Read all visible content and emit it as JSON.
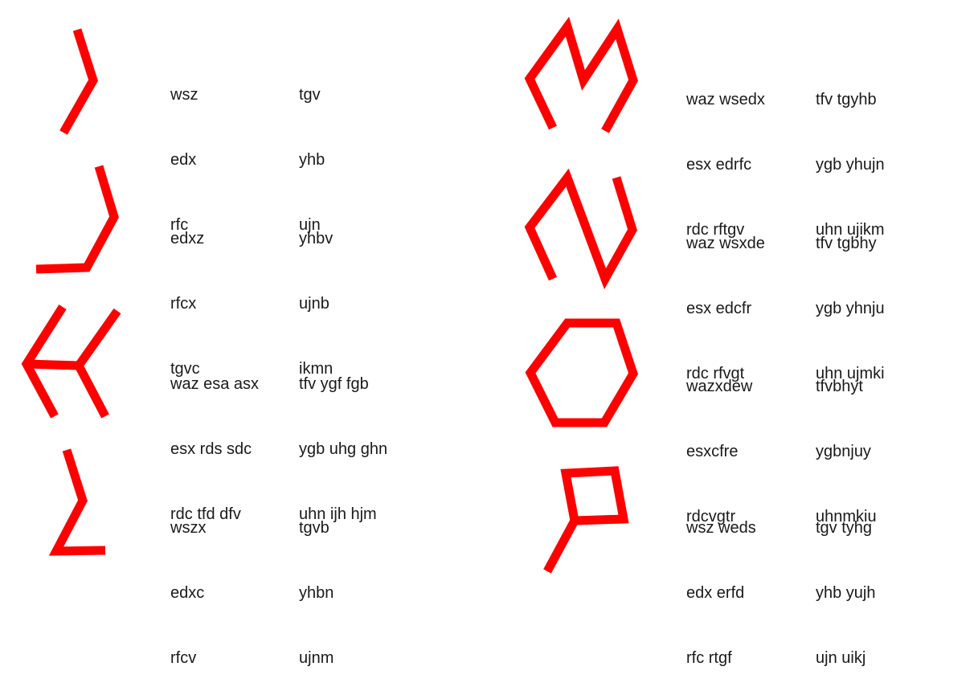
{
  "stroke_color": "#ff0000",
  "entries": [
    {
      "shape": "chevron-right",
      "left": [
        "wsz",
        "edx",
        "rfc"
      ],
      "right": [
        "tgv",
        "yhb",
        "ujn"
      ]
    },
    {
      "shape": "chevron-with-base",
      "left": [
        "edxz",
        "rfcx",
        "tgvc"
      ],
      "right": [
        "yhbv",
        "ujnb",
        "ikmn"
      ]
    },
    {
      "shape": "arrow-left-fork",
      "left": [
        "waz esa asx",
        "esx rds sdc",
        "rdc tfd dfv"
      ],
      "right": [
        "tfv ygf fgb",
        "ygb uhg ghn",
        "uhn ijh hjm"
      ]
    },
    {
      "shape": "chevron-foot",
      "left": [
        "wszx",
        "edxc",
        "rfcv"
      ],
      "right": [
        "tgvb",
        "yhbn",
        "ujnm"
      ]
    },
    {
      "shape": "double-peak",
      "left": [
        "waz wsedx",
        "esx edrfc",
        "rdc rftgv"
      ],
      "right": [
        "tfv tgyhb",
        "ygb yhujn",
        "uhn ujikm"
      ]
    },
    {
      "shape": "zigzag-n",
      "left": [
        "waz wsxde",
        "esx edcfr",
        "rdc rfvgt"
      ],
      "right": [
        "tfv tgbhy",
        "ygb yhnju",
        "uhn ujmki"
      ]
    },
    {
      "shape": "hexagon",
      "left": [
        "wazxdew",
        "esxcfre",
        "rdcvgtr"
      ],
      "right": [
        "tfvbhyt",
        "ygbnjuy",
        "uhnmkiu"
      ]
    },
    {
      "shape": "flag-p",
      "left": [
        "wsz weds",
        "edx erfd",
        "rfc rtgf"
      ],
      "right": [
        "tgv tyhg",
        "yhb yujh",
        "ujn uikj"
      ]
    }
  ]
}
